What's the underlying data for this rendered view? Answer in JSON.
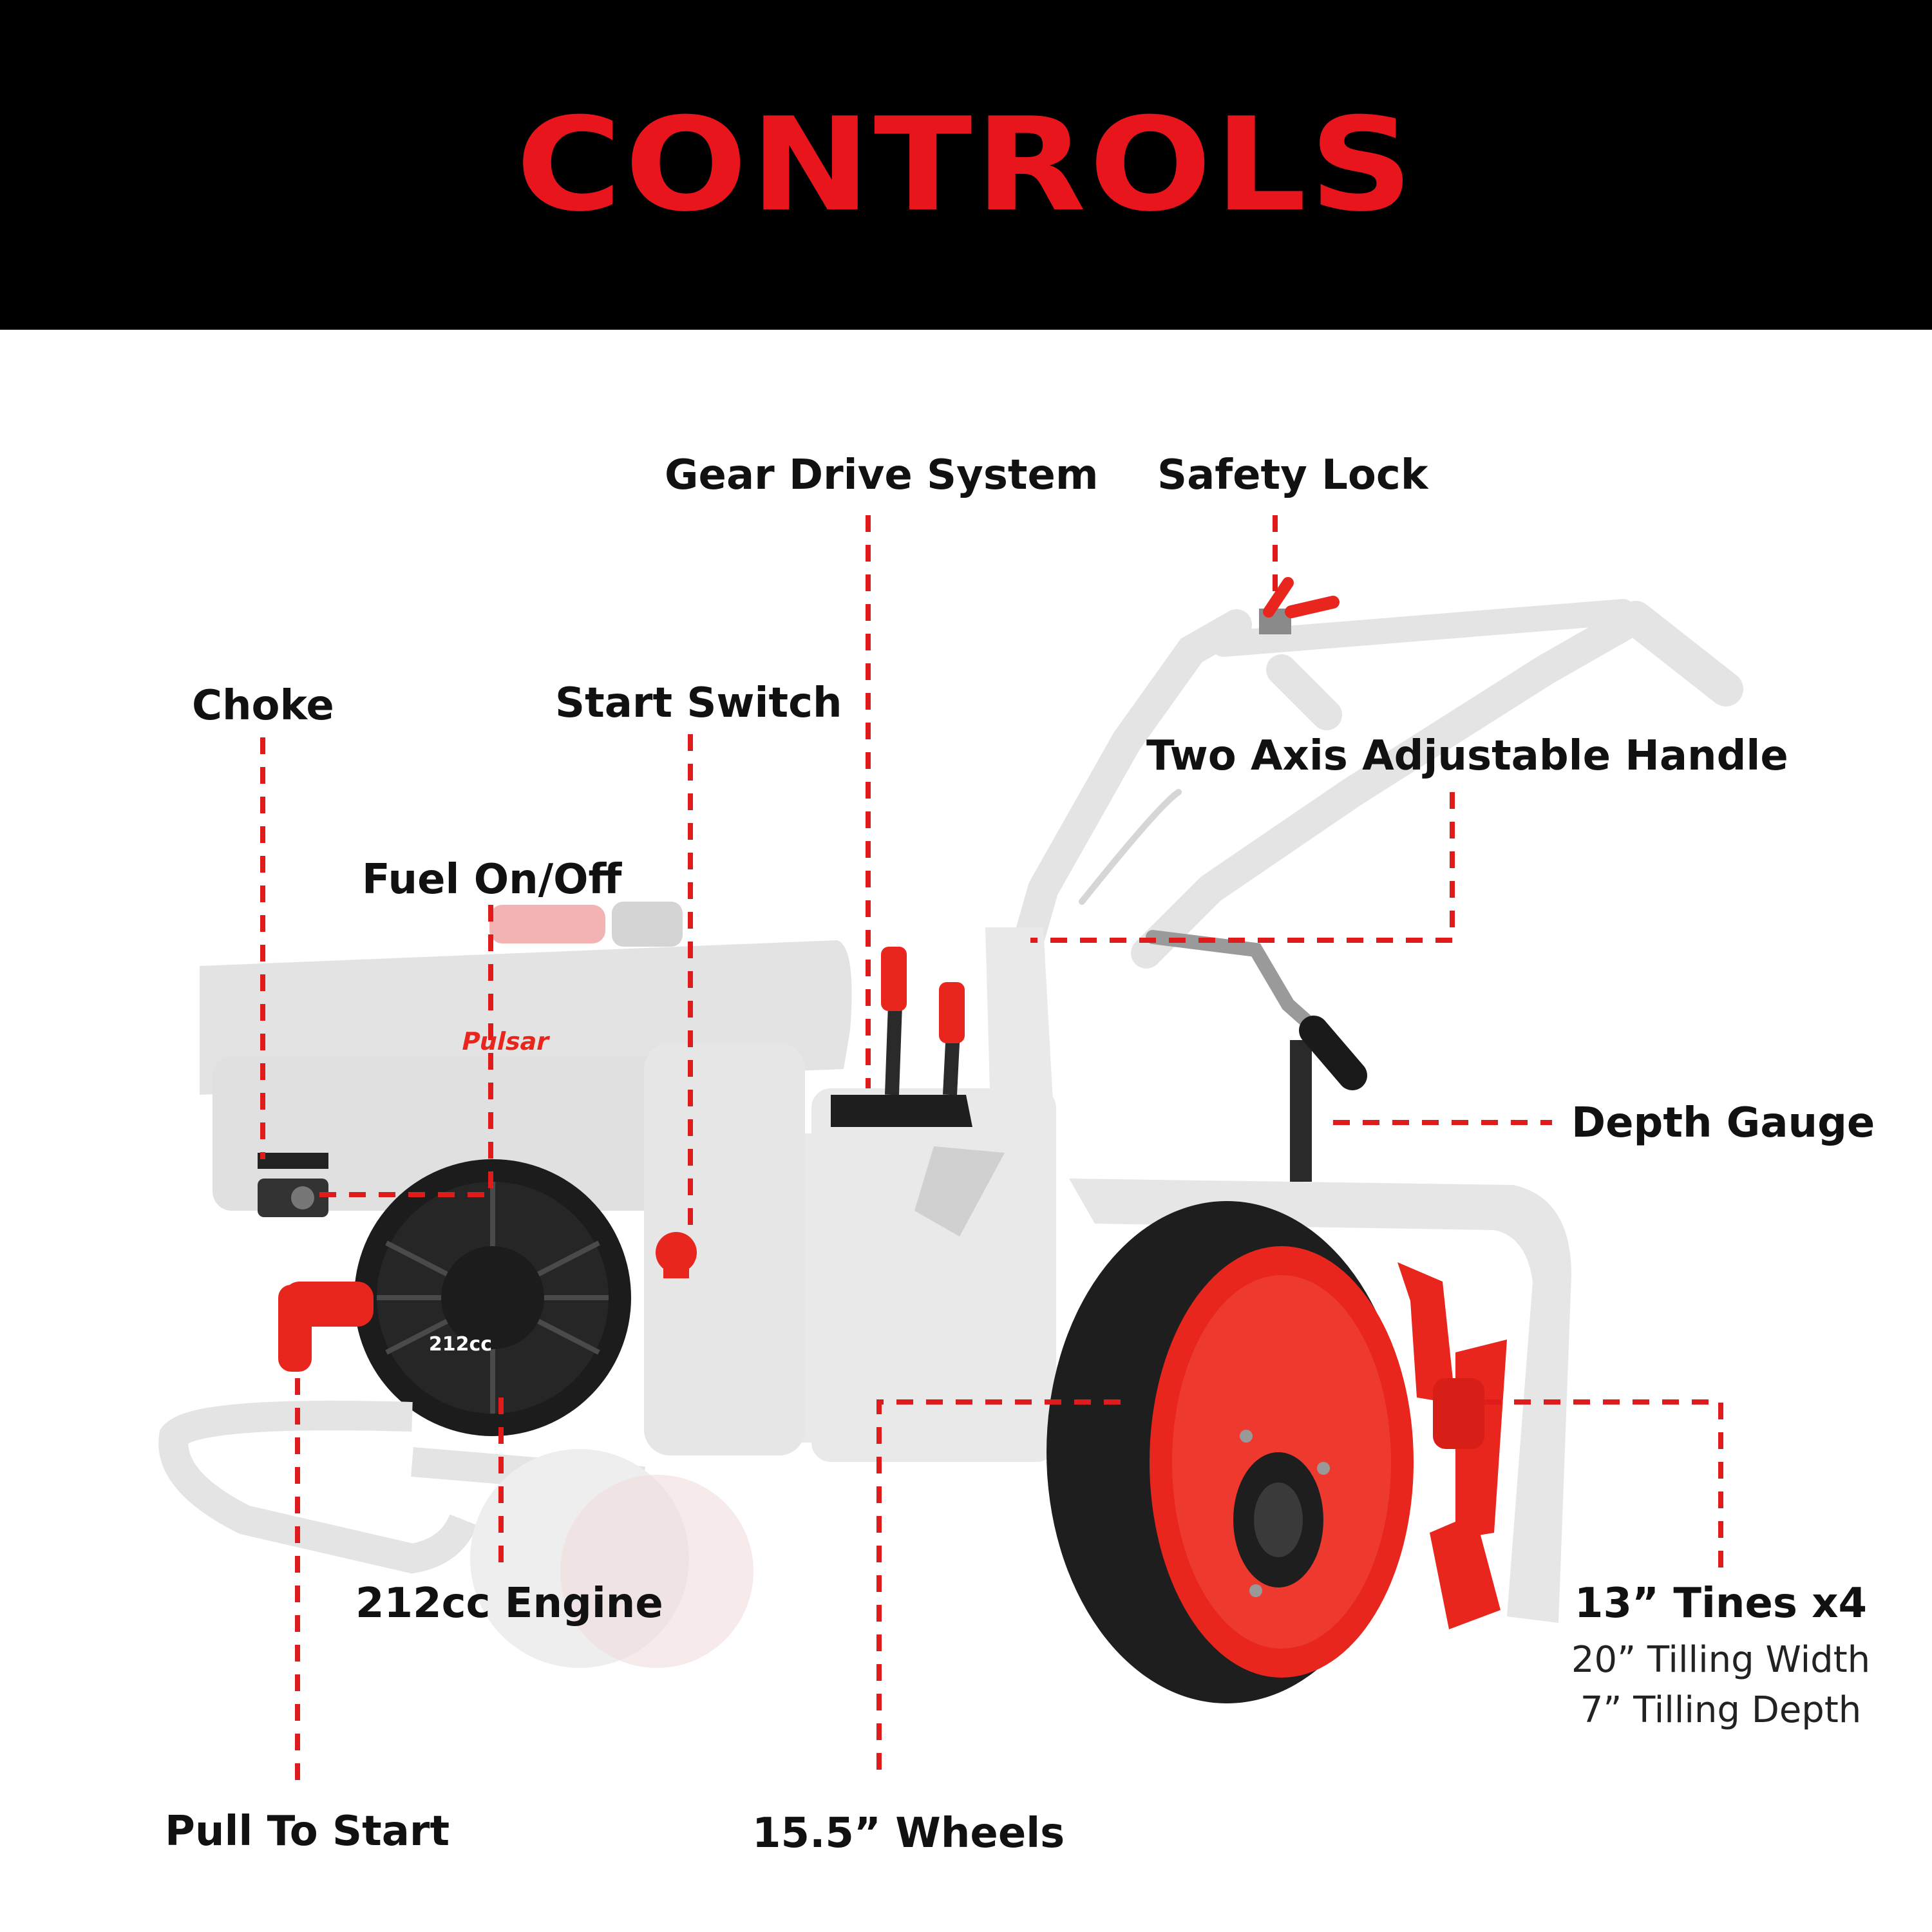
{
  "banner": {
    "title": "CONTROLS",
    "title_color": "#e8161c",
    "background": "#000000"
  },
  "colors": {
    "leader_line": "#e01b1b",
    "accent_red": "#e8261d",
    "ghost_gray": "#e6e6e6",
    "engine_black": "#1e1e1e"
  },
  "callouts": {
    "gear_drive": "Gear Drive System",
    "safety_lock": "Safety Lock",
    "choke": "Choke",
    "start_switch": "Start Switch",
    "handle": "Two Axis Adjustable Handle",
    "fuel": "Fuel On/Off",
    "depth_gauge": "Depth Gauge",
    "engine": "212cc Engine",
    "tines": "13” Tines x4",
    "tilling_width": "20” Tilling Width",
    "tilling_depth": "7” Tilling Depth",
    "pull_start": "Pull To Start",
    "wheels": "15.5” Wheels"
  },
  "product_marks": {
    "brand": "Pulsar",
    "displacement": "212cc"
  }
}
